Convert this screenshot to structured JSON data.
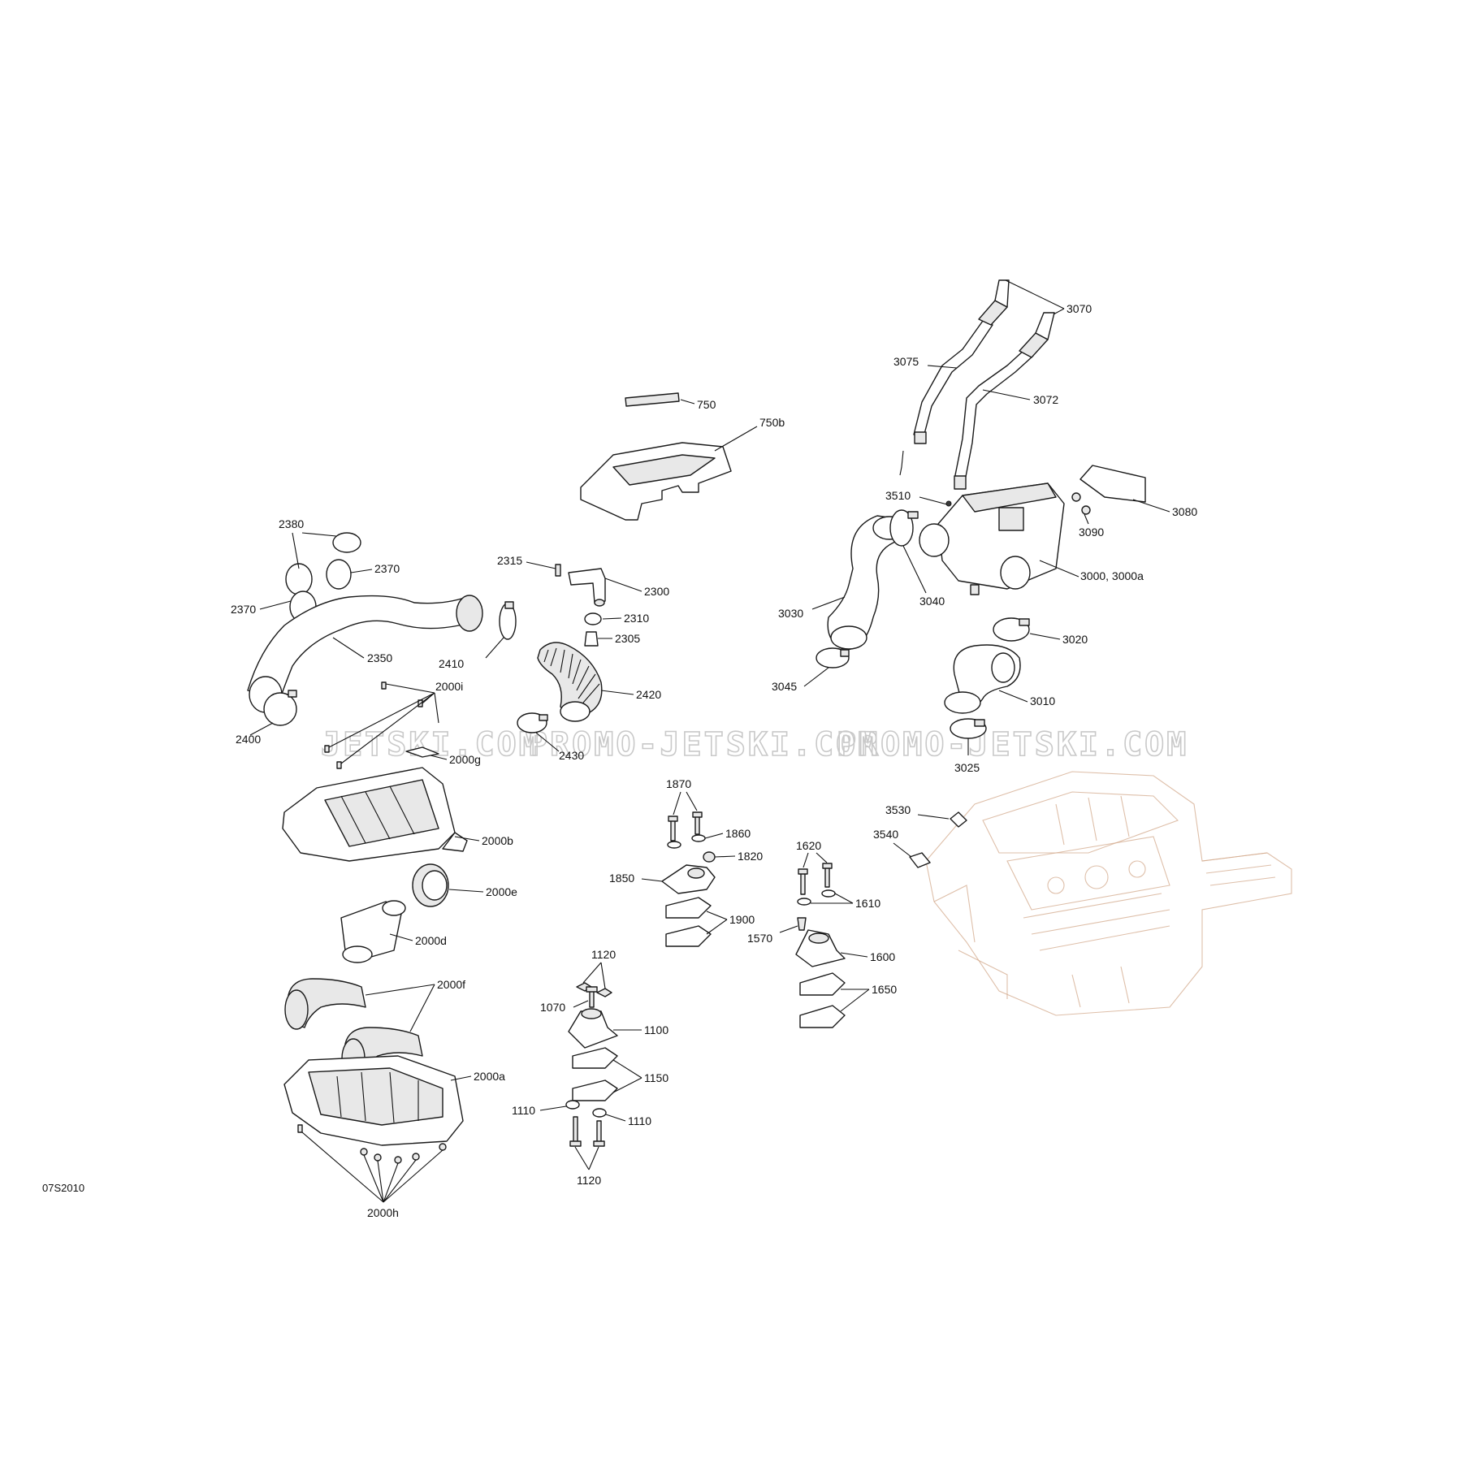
{
  "reference": "07S2010",
  "watermark": [
    "JETSKI.COM",
    "PROMO-JETSKI.COM",
    "PROMO-JETSKI.COM"
  ],
  "callouts": {
    "c750": "750",
    "c750b": "750b",
    "c3070": "3070",
    "c3075": "3075",
    "c3072": "3072",
    "c3510": "3510",
    "c3080": "3080",
    "c3090": "3090",
    "c3000": "3000, 3000a",
    "c3030": "3030",
    "c3040": "3040",
    "c3020": "3020",
    "c3045": "3045",
    "c3010": "3010",
    "c3025": "3025",
    "c2380": "2380",
    "c2370a": "2370",
    "c2370b": "2370",
    "c2350": "2350",
    "c2400": "2400",
    "c2410": "2410",
    "c2315": "2315",
    "c2300": "2300",
    "c2310": "2310",
    "c2305": "2305",
    "c2420": "2420",
    "c2430": "2430",
    "c2000i": "2000i",
    "c2000g": "2000g",
    "c2000b": "2000b",
    "c2000e": "2000e",
    "c2000d": "2000d",
    "c2000f": "2000f",
    "c2000a": "2000a",
    "c2000h": "2000h",
    "c1870": "1870",
    "c1860": "1860",
    "c1820": "1820",
    "c1850": "1850",
    "c1900": "1900",
    "c1620": "1620",
    "c1610": "1610",
    "c1570": "1570",
    "c1600": "1600",
    "c1650": "1650",
    "c3530": "3530",
    "c3540": "3540",
    "c1120a": "1120",
    "c1070": "1070",
    "c1100": "1100",
    "c1150": "1150",
    "c1110a": "1110",
    "c1110b": "1110",
    "c1120b": "1120"
  }
}
